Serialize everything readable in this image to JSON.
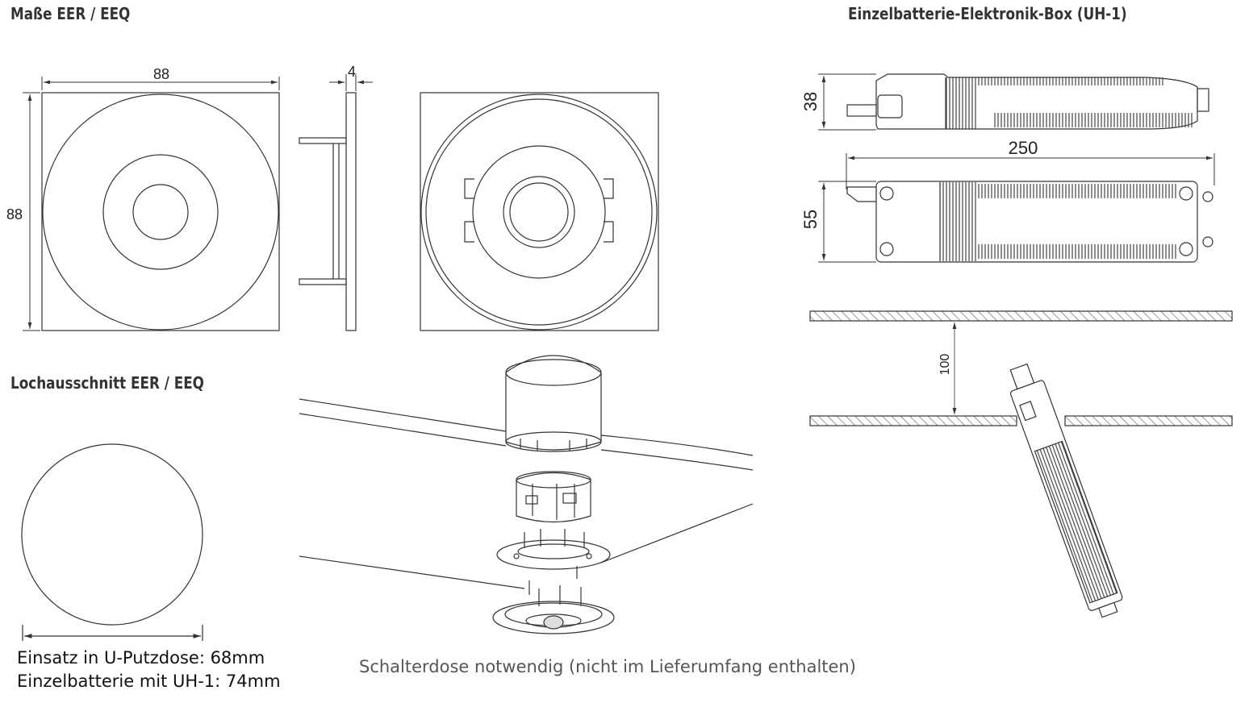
{
  "headings": {
    "dimensions": "Maße EER / EEQ",
    "cutout": "Lochausschnitt EER / EEQ",
    "battery_box": "Einzelbatterie-Elektronik-Box (UH-1)"
  },
  "dimension_labels": {
    "width": "88",
    "height": "88",
    "depth": "4",
    "box_height": "38",
    "box_length": "250",
    "box_width": "55",
    "ceiling_gap": "100"
  },
  "notes": {
    "flush_box": "Einsatz in U-Putzdose: 68mm",
    "single_battery": "Einzelbatterie mit UH-1: 74mm",
    "switch_box": "Schalterdose notwendig (nicht im Lieferumfang enthalten)"
  },
  "colors": {
    "line": "#333333",
    "heading": "#333333",
    "caption": "#555555"
  }
}
